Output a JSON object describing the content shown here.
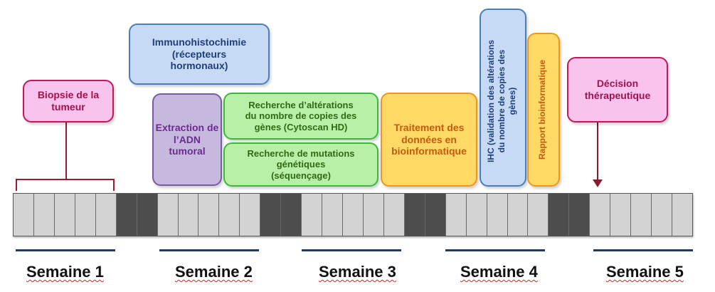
{
  "steps": {
    "biopsie": {
      "lines": [
        "Biopsie de la",
        "tumeur"
      ]
    },
    "immuno": {
      "lines": [
        "Immunohistochimie",
        "(récepteurs",
        "hormonaux)"
      ]
    },
    "extraction": {
      "lines": [
        "Extraction de",
        "l’ADN",
        "tumoral"
      ]
    },
    "cnv": {
      "lines": [
        "Recherche d’altérations",
        "du nombre de copies des",
        "gènes (Cytoscan HD)"
      ]
    },
    "mutations": {
      "lines": [
        "Recherche de mutations",
        "génétiques",
        "(séquençage)"
      ]
    },
    "traitement": {
      "lines": [
        "Traitement des",
        "données en",
        "bioinformatique"
      ]
    },
    "ihc": {
      "lines": [
        "IHC (validation des altérations",
        "du nombre de copies des",
        "gènes)"
      ]
    },
    "rapport": {
      "lines": [
        "Rapport bioinformatique"
      ]
    },
    "decision": {
      "lines": [
        "Décision",
        "thérapeutique"
      ]
    }
  },
  "weeks": [
    "Semaine 1",
    "Semaine 2",
    "Semaine 3",
    "Semaine 4",
    "Semaine 5"
  ],
  "colors": {
    "pink_fill": "#f9c3ee",
    "pink_border": "#c0185a",
    "blue_fill": "#c6daf5",
    "blue_border": "#4a7ebb",
    "purple_fill": "#c7b9dd",
    "purple_border": "#7a5aa6",
    "green_fill": "#b8f0a8",
    "green_border": "#3cb83c",
    "orange_fill": "#ffd966",
    "orange_border": "#f0961e",
    "text_purple": "#6a2c91",
    "text_green": "#2f6b12",
    "text_orange": "#c55a11",
    "text_pink": "#a0124e",
    "text_blue": "#1f3f7a",
    "arrow": "#8b1a2b",
    "weekend_cell": "#4d4d4d",
    "weekday_cell": "#d3d3d3"
  }
}
